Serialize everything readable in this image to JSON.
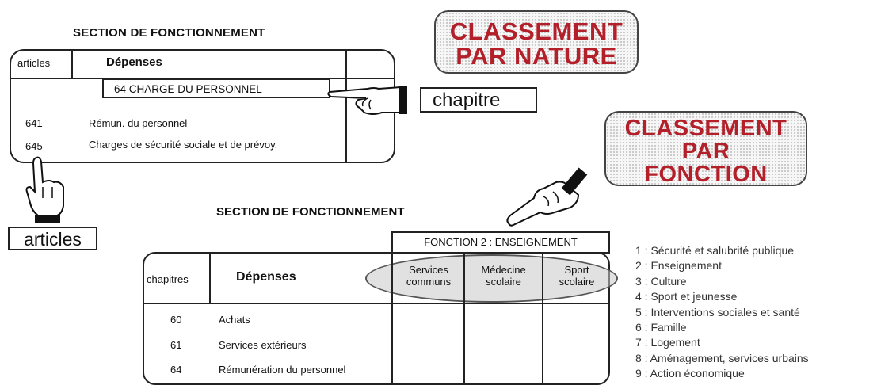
{
  "top_section": {
    "title": "SECTION DE FONCTIONNEMENT",
    "col_articles": "articles",
    "col_depenses": "Dépenses",
    "chapter_label": "64 CHARGE DU PERSONNEL",
    "rows": [
      {
        "code": "641",
        "label": "Rémun. du personnel"
      },
      {
        "code": "645",
        "label": "Charges de sécurité sociale et de prévoy."
      }
    ]
  },
  "stamps": {
    "nature_line1": "CLASSEMENT",
    "nature_line2": "PAR NATURE",
    "fonction_line1": "CLASSEMENT",
    "fonction_line2": "PAR",
    "fonction_line3": "FONCTION",
    "stamp_color": "#b3202a"
  },
  "callouts": {
    "chapitre": "chapitre",
    "articles": "articles"
  },
  "bottom_section": {
    "title": "SECTION DE FONCTIONNEMENT",
    "fonction_header": "FONCTION 2 : ENSEIGNEMENT",
    "col_chapitres": "chapitres",
    "col_depenses": "Dépenses",
    "subcols": [
      {
        "line1": "Services",
        "line2": "communs"
      },
      {
        "line1": "Médecine",
        "line2": "scolaire"
      },
      {
        "line1": "Sport",
        "line2": "scolaire"
      }
    ],
    "rows": [
      {
        "code": "60",
        "label": "Achats"
      },
      {
        "code": "61",
        "label": "Services extérieurs"
      },
      {
        "code": "64",
        "label": "Rémunération du personnel"
      }
    ]
  },
  "legend": [
    "1 : Sécurité et salubrité publique",
    "2 : Enseignement",
    "3 : Culture",
    "4 : Sport et jeunesse",
    "5 : Interventions sociales et santé",
    "6 : Famille",
    "7 : Logement",
    "8 : Aménagement, services urbains",
    "9 : Action économique"
  ],
  "icons": {
    "hand_right": "pointing-hand-right-icon",
    "hand_up": "pointing-hand-up-icon",
    "hand_down_left": "pointing-hand-down-left-icon"
  }
}
